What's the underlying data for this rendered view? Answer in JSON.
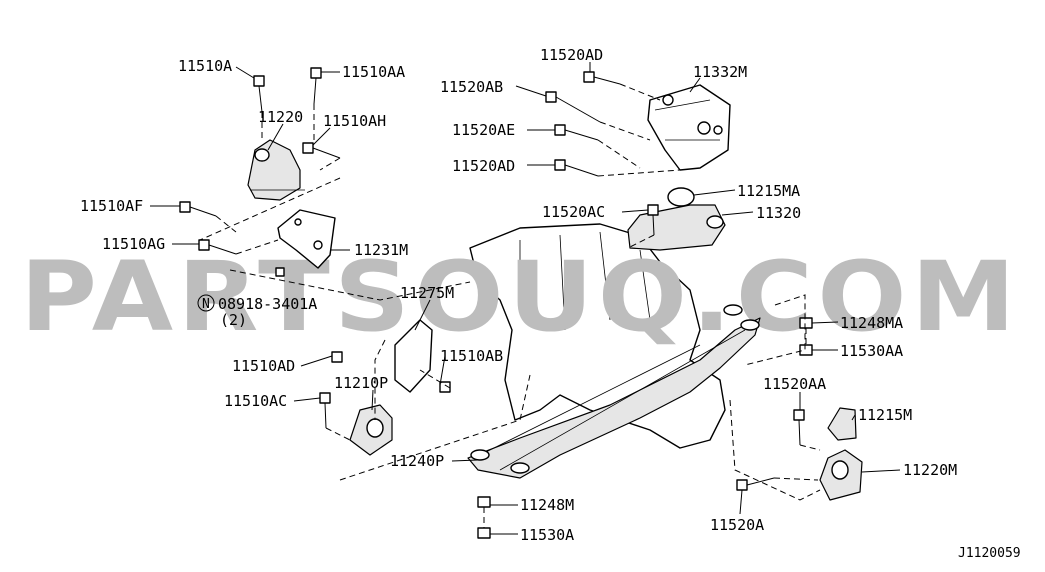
{
  "watermark": "PARTSOUQ.COM",
  "diagram_code": "J1120059",
  "callouts": {
    "p11510A": "11510A",
    "p11510AA": "11510AA",
    "p11220": "11220",
    "p11510AH": "11510AH",
    "p11510AF": "11510AF",
    "p11510AG": "11510AG",
    "p11231M": "11231M",
    "p08918_3401A": "08918-3401A",
    "p08918_qty": "(2)",
    "p08918_prefix": "N",
    "p11275M": "11275M",
    "p11510AD": "11510AD",
    "p11510AB": "11510AB",
    "p11210P": "11210P",
    "p11510AC": "11510AC",
    "p11240P": "11240P",
    "p11248M": "11248M",
    "p11530A": "11530A",
    "p11520AD_top": "11520AD",
    "p11332M": "11332M",
    "p11520AB": "11520AB",
    "p11520AE": "11520AE",
    "p11520AD_mid": "11520AD",
    "p11215MA": "11215MA",
    "p11520AC": "11520AC",
    "p11320": "11320",
    "p11248MA": "11248MA",
    "p11530AA": "11530AA",
    "p11520AA": "11520AA",
    "p11215M": "11215M",
    "p11220M": "11220M",
    "p11520A": "11520A"
  }
}
